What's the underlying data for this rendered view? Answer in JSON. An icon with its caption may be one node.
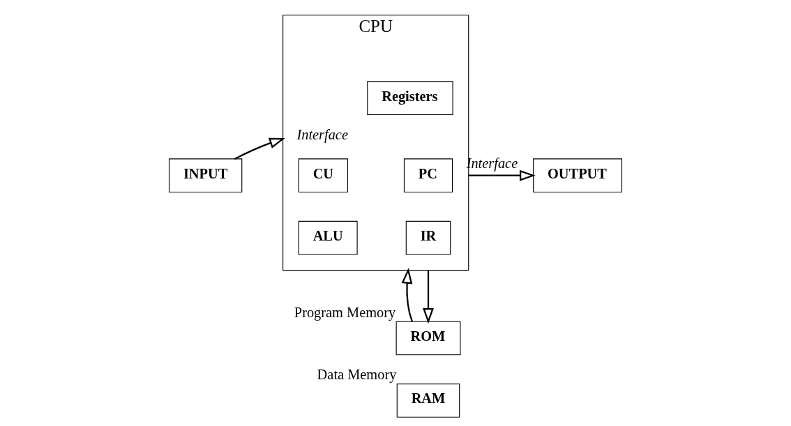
{
  "diagram": {
    "nodes": [
      {
        "text": [
          "CPU"
        ]
      },
      {
        "text": [
          "CU"
        ],
        "in": 0
      },
      {
        "text": [
          "ALU"
        ],
        "in": 0
      },
      {
        "text": [
          "Registers"
        ],
        "in": 0
      },
      {
        "text": [
          "PC"
        ],
        "in": 0
      },
      {
        "text": [
          "IR"
        ],
        "in": 0
      },
      {
        "text": [
          "INPUT"
        ]
      },
      {
        "text": [
          "OUTPUT"
        ]
      },
      {
        "text": [
          "ROM"
        ],
        "beside": [
          "Program Memory"
        ]
      },
      {
        "text": [
          "RAM"
        ],
        "beside": [
          "Data Memory"
        ]
      }
    ],
    "edges": [
      {
        "from": 6,
        "to": 0,
        "arrow": "to",
        "label": "Interface"
      },
      {
        "from": 0,
        "to": 7,
        "arrow": "to",
        "label": "Interface"
      },
      {
        "from": 8,
        "to": 0,
        "arrow": "to"
      },
      {
        "from": 0,
        "to": 8,
        "arrow": "to"
      }
    ]
  }
}
